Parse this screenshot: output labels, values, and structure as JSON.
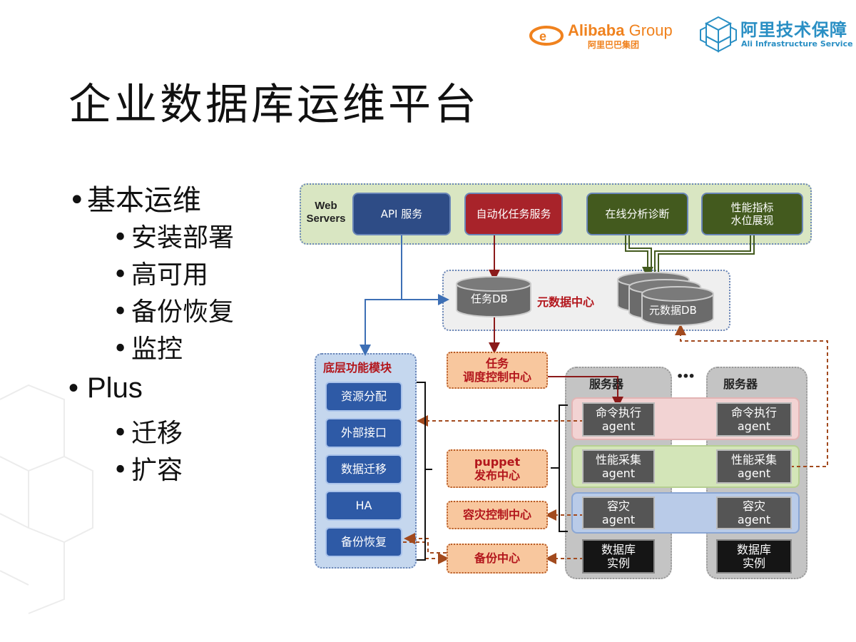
{
  "logos": {
    "alibaba_word": "Alibaba",
    "alibaba_group": "Group",
    "alibaba_cn": "阿里巴巴集团",
    "infra_cn": "阿里技术保障",
    "infra_en": "Ali Infrastructure Service"
  },
  "title": "企业数据库运维平台",
  "bullets": [
    {
      "text": "基本运维",
      "children": [
        "安装部署",
        "高可用",
        "备份恢复",
        "监控"
      ]
    },
    {
      "text": "Plus",
      "children": [
        "迁移",
        "扩容"
      ]
    }
  ],
  "diagram": {
    "web_servers": "Web\nServers",
    "services": {
      "api": "API 服务",
      "auto": "自动化任务服务",
      "online": "在线分析诊断",
      "perf": "性能指标\n水位展现"
    },
    "meta_center": {
      "task_db": "任务DB",
      "label": "元数据中心",
      "meta_db": "元数据DB"
    },
    "func_module": {
      "title": "底层功能模块",
      "items": [
        "资源分配",
        "外部接口",
        "数据迁移",
        "HA",
        "备份恢复"
      ]
    },
    "centers": {
      "task": "任务\n调度控制中心",
      "puppet": "puppet\n发布中心",
      "dr": "容灾控制中心",
      "backup": "备份中心"
    },
    "servers": {
      "title": "服务器",
      "ellipsis": "•••",
      "cmd_agent": "命令执行\nagent",
      "perf_agent": "性能采集\nagent",
      "dr_agent": "容灾\nagent",
      "db_instance": "数据库\n实例"
    }
  },
  "colors": {
    "accent_orange": "#f0821e",
    "accent_blue": "#2a8fc4",
    "func_blue": "#2e5aa6",
    "red_text": "#b3161c"
  }
}
